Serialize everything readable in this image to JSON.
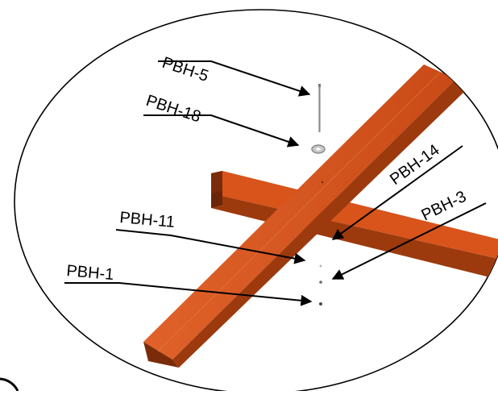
{
  "labels": {
    "pbh5": "PBH-5",
    "pbh18": "PBH-18",
    "pbh14": "PBH-14",
    "pbh3": "PBH-3",
    "pbh11": "PBH-11",
    "pbh1": "PBH-1"
  },
  "colors": {
    "wood_top": "#d8541b",
    "wood_side": "#9c3a0e",
    "wood_end": "#7a2c0a",
    "outline": "#000000",
    "hardware": "#8c8c8c",
    "background": "#ffffff"
  }
}
